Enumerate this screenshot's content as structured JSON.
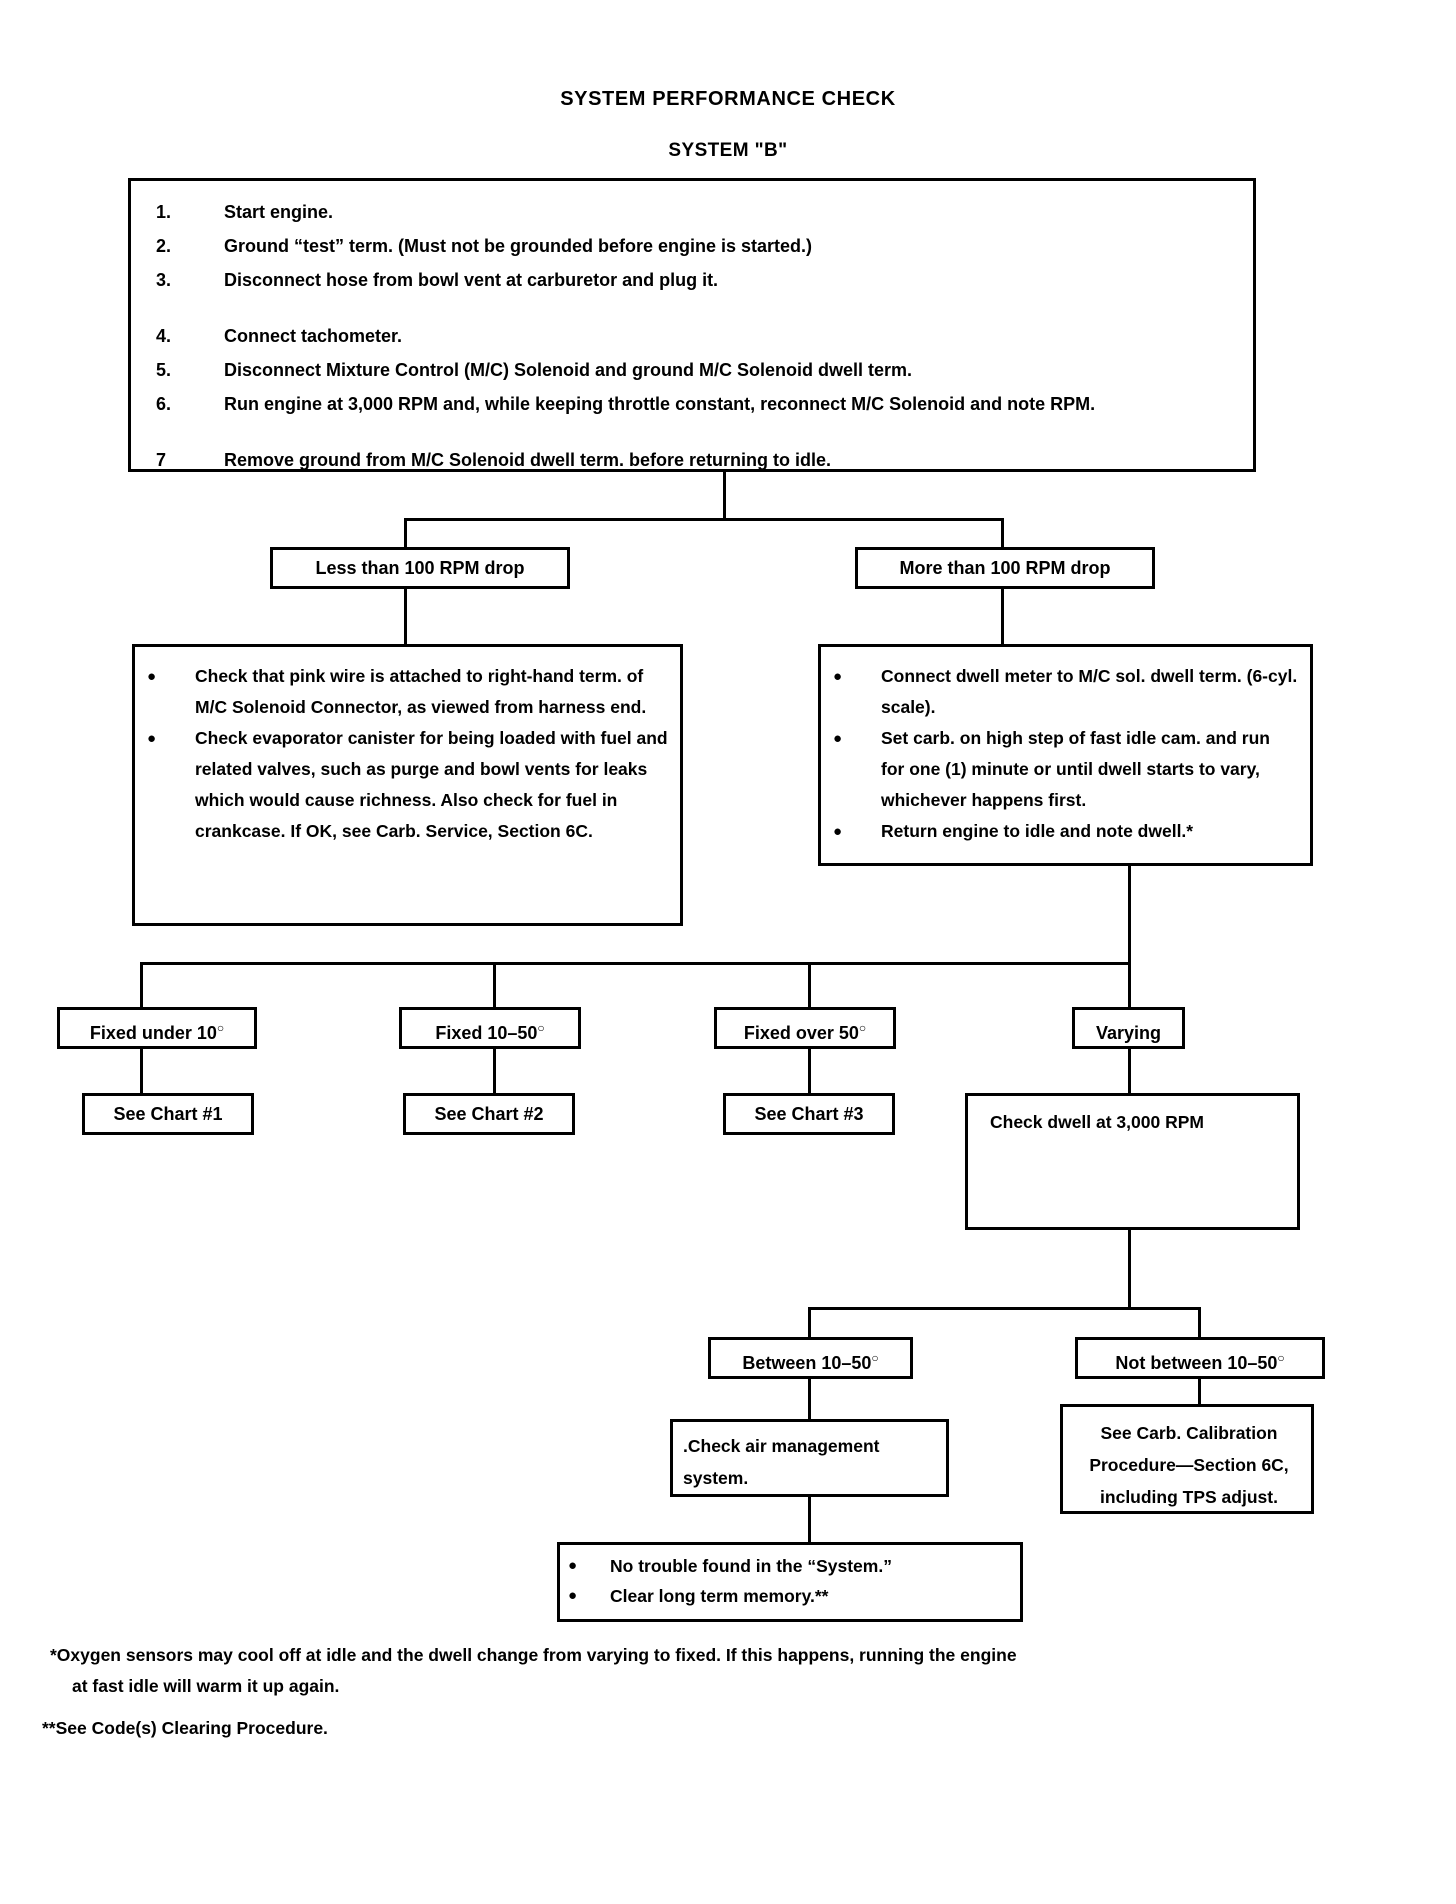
{
  "header": {
    "title": "SYSTEM PERFORMANCE CHECK",
    "subtitle": "SYSTEM \"B\""
  },
  "steps": [
    {
      "num": "1.",
      "text": "Start engine."
    },
    {
      "num": "2.",
      "text": "Ground “test” term.  (Must not be grounded before engine is started.)"
    },
    {
      "num": "3.",
      "text": "Disconnect  hose  from  bowl  vent  at  carburetor  and  plug it."
    },
    {
      "num": "4.",
      "text": "Connect tachometer."
    },
    {
      "num": "5.",
      "text": "Disconnect Mixture Control (M/C) Solenoid and ground M/C Solenoid dwell term."
    },
    {
      "num": "6.",
      "text": "Run engine at 3,000 RPM and, while keeping throttle constant, reconnect M/C Solenoid and note RPM."
    },
    {
      "num": "7",
      "text": "Remove ground from M/C Solenoid dwell term. before returning to idle."
    }
  ],
  "branches": {
    "less": "Less than 100 RPM drop",
    "more": "More than 100 RPM drop"
  },
  "left_box": {
    "bullets": [
      "Check that pink wire is attached to right-hand term. of M/C Solenoid Connector, as viewed from harness end.",
      "Check evaporator canister for being loaded with fuel and related valves, such as purge and bowl vents for leaks which would cause richness. Also check for fuel in crankcase. If OK, see Carb.          Service, Section 6C."
    ]
  },
  "right_box": {
    "bullets": [
      "Connect dwell meter to M/C sol. dwell term. (6-cyl. scale).",
      "Set carb. on high step of fast idle cam. and run for one (1) minute or until dwell starts to vary, whichever happens first.",
      "Return engine to idle and note dwell.*"
    ]
  },
  "dwell_outcomes": [
    {
      "label_pre": "Fixed under 10",
      "label_deg": "○",
      "result": "See Chart #1"
    },
    {
      "label_pre": "Fixed 10–50",
      "label_deg": "○",
      "result": "See Chart #2"
    },
    {
      "label_pre": "Fixed over 50",
      "label_deg": "○",
      "result": "See Chart #3"
    },
    {
      "label_pre": "Varying",
      "label_deg": "",
      "result": "Check dwell at 3,000 RPM"
    }
  ],
  "varying_branch": {
    "between_label_pre": "Between 10–50",
    "between_label_deg": "○",
    "not_between_label_pre": "Not between 10–50",
    "not_between_label_deg": "○",
    "between_result": ".Check air management system.",
    "not_between_result": "See Carb. Calibration Procedure—Section 6C, including TPS adjust.",
    "final_bullets": [
      "No trouble found in the “System.”",
      "Clear long term memory.**"
    ]
  },
  "footnotes": {
    "single_star_line1": "*Oxygen sensors may cool off at idle and the dwell change from varying to fixed. If this happens, running the engine",
    "single_star_line2": "at fast idle will warm it up again.",
    "double_star": "**See Code(s) Clearing Procedure."
  }
}
